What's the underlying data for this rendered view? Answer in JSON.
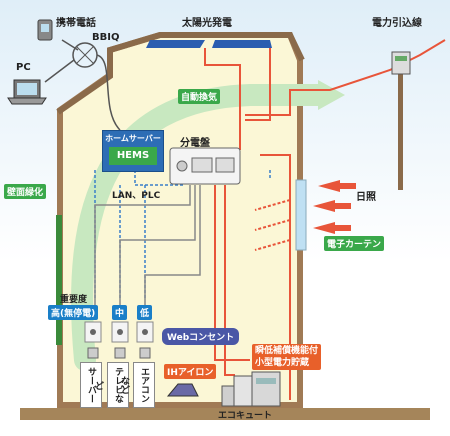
{
  "labels": {
    "mobile": "携帯電話",
    "bbiq": "BBIQ",
    "pc": "PC",
    "solar": "太陽光発電",
    "power_line": "電力引込線",
    "auto_vent": "自動換気",
    "home_server": "ホームサーバー",
    "hems": "HEMS",
    "panel": "分電盤",
    "lan_plc": "LAN、PLC",
    "wall_green": "壁面緑化",
    "sunlight": "日照",
    "curtain": "電子カーテン",
    "importance": "重要度",
    "high": "高(無停電)",
    "mid": "中",
    "low": "低",
    "web_outlet": "Webコンセント",
    "ih_iron": "IHアイロン",
    "storage": "瞬低補償機能付\n小型電力貯蔵",
    "ecocute": "エコキュート"
  },
  "outlets": [
    "サーバー",
    "テレビなど",
    "エアコンなど"
  ],
  "colors": {
    "power": "#e8553a",
    "comm": "#3a7fc8",
    "wall": "#fbf7d6",
    "roof": "#a07a55",
    "green": "#3aa84a",
    "arrow": "#e8553a"
  }
}
